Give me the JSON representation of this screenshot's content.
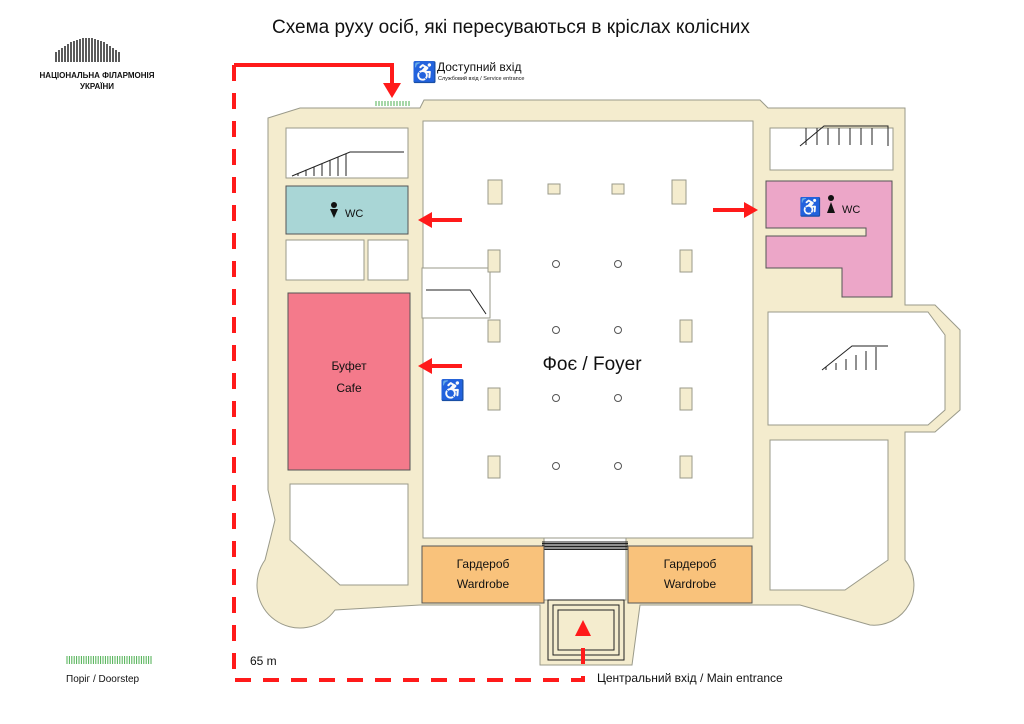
{
  "title": "Схема руху осіб, які пересуваються в кріслах колісних",
  "logo": {
    "line1": "НАЦІОНАЛЬНА ФІЛАРМОНІЯ",
    "line2": "УКРАЇНИ"
  },
  "accessible_entrance": {
    "label": "Доступний вхід",
    "sublabel": "Службовий вхід / Service entrance",
    "icon": "wheelchair-icon"
  },
  "rooms": {
    "foyer": "Фоє / Foyer",
    "cafe_ua": "Буфет",
    "cafe_en": "Cafe",
    "wardrobe_ua": "Гардероб",
    "wardrobe_en": "Wardrobe",
    "wc_left": "WC",
    "wc_right": "WC"
  },
  "distance": "65 m",
  "main_entrance": "Центральний вхід / Main entrance",
  "legend": {
    "doorstep": "Поріг / Doorstep"
  },
  "colors": {
    "route": "#ff1a1a",
    "wall": "#f4ecce",
    "wc_left": "#a9d6d6",
    "wc_right": "#eca6c8",
    "cafe": "#f47a8b",
    "wardrobe": "#f9c27b",
    "doorstep": "#4caf50"
  }
}
